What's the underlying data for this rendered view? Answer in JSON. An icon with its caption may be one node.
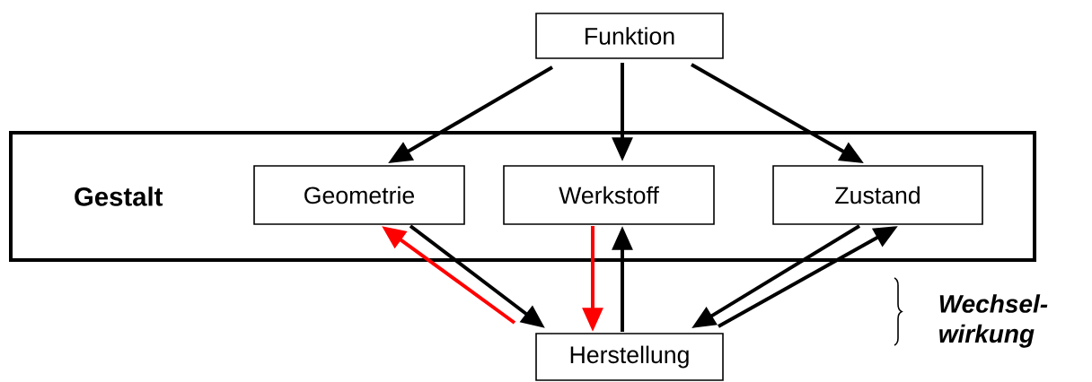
{
  "diagram": {
    "nodes": [
      {
        "text": [
          "Gestalt"
        ]
      },
      {
        "text": [
          "Funktion"
        ]
      },
      {
        "text": [
          "Geometrie"
        ],
        "in": 0
      },
      {
        "text": [
          "Werkstoff"
        ],
        "in": 0
      },
      {
        "text": [
          "Zustand"
        ],
        "in": 0
      },
      {
        "text": [
          "Herstellung"
        ]
      }
    ],
    "edges": [
      {
        "from": 1,
        "to": 2,
        "arrow": "to"
      },
      {
        "from": 1,
        "to": 3,
        "arrow": "to"
      },
      {
        "from": 1,
        "to": 4,
        "arrow": "to"
      },
      {
        "from": 2,
        "to": 5,
        "arrow": "to"
      },
      {
        "from": 5,
        "to": 2,
        "arrow": "to",
        "color": "#ff0000"
      },
      {
        "from": 3,
        "to": 5,
        "arrow": "to",
        "color": "#ff0000"
      },
      {
        "from": 5,
        "to": 3,
        "arrow": "to"
      },
      {
        "from": 4,
        "to": 5,
        "arrow": "to"
      },
      {
        "from": 5,
        "to": 4,
        "arrow": "to"
      }
    ],
    "labels": [
      "Wechsel- wirkung"
    ]
  }
}
